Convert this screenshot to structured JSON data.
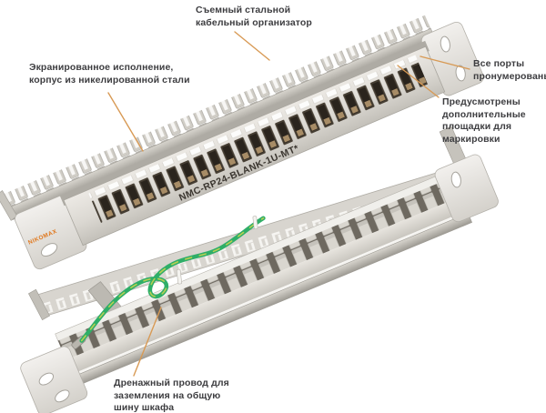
{
  "product": {
    "model_label": "NMC-RP24-BLANK-1U-MT*",
    "brand_label": "NIKOMAX",
    "ports_count": 24
  },
  "callouts": {
    "organizer": {
      "lines": [
        "Съемный стальной",
        "кабельный организатор"
      ]
    },
    "shielded": {
      "lines": [
        "Экранированное исполнение,",
        "корпус из никелированной стали"
      ]
    },
    "ports_numbered": {
      "lines": [
        "Все порты",
        "пронумерованы"
      ]
    },
    "marking_pads": {
      "lines": [
        "Предусмотрены",
        "дополнительные",
        "площадки для",
        "маркировки"
      ]
    },
    "drain_wire": {
      "lines": [
        "Дренажный провод для",
        "заземления на общую",
        "шину шкафа"
      ]
    }
  },
  "colors": {
    "background": "#ffffff",
    "label_text": "#3d3d40",
    "leader_line": "#d89a55",
    "brand_orange": "#e0771c",
    "model_text": "#3a352f",
    "metal_light": "#ece9e4",
    "metal_mid": "#cfccc6",
    "metal_dark": "#a09d96",
    "port_dark": "#2a241d",
    "port_inner": "#a78c66",
    "pad_white": "#fcfcfb",
    "wire_green": "#2fae68",
    "wire_stripe": "#b8cf52"
  }
}
